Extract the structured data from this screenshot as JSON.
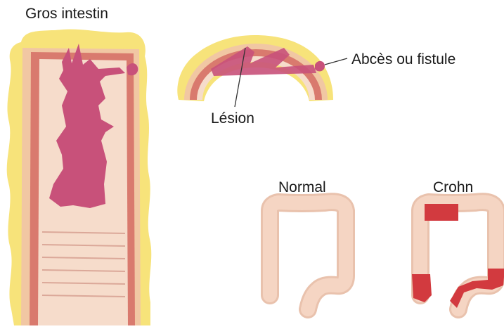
{
  "labels": {
    "large_intestine": "Gros intestin",
    "lesion": "Lésion",
    "abscess_fistula": "Abcès ou fistule",
    "normal": "Normal",
    "crohn": "Crohn"
  },
  "colors": {
    "fat": "#f7e37a",
    "outer_wall": "#f1c7a3",
    "wall_band": "#d97a6e",
    "lumen": "#f6dccb",
    "lesion": "#c8517a",
    "colon": "#f5d5c3",
    "inflammation": "#d23a3f"
  }
}
